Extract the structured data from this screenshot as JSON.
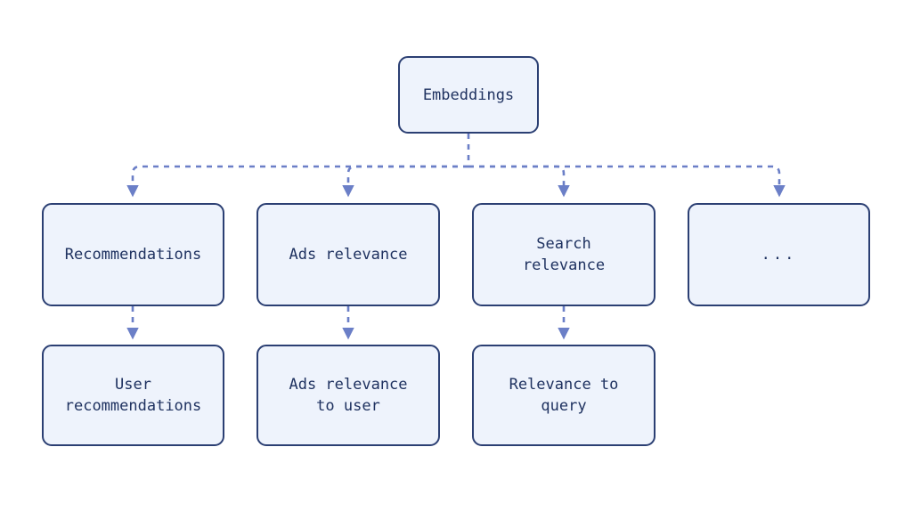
{
  "diagram": {
    "title_node": {
      "id": "embeddings",
      "label": "Embeddings"
    },
    "row_applications": [
      {
        "id": "recommendations",
        "label": "Recommendations"
      },
      {
        "id": "ads-relevance",
        "label": "Ads relevance"
      },
      {
        "id": "search-relevance",
        "label": "Search\nrelevance"
      },
      {
        "id": "ellipsis",
        "label": "..."
      }
    ],
    "row_outputs": [
      {
        "id": "user-recommendations",
        "label": "User\nrecommendations"
      },
      {
        "id": "ads-relevance-to-user",
        "label": "Ads relevance\nto user"
      },
      {
        "id": "relevance-to-query",
        "label": "Relevance to\nquery"
      }
    ],
    "colors": {
      "node_fill": "#eef3fc",
      "node_border": "#2b3f73",
      "node_text": "#1f3260",
      "edge": "#6b7fc7",
      "background": "#ffffff"
    },
    "edges": [
      {
        "from": "embeddings",
        "to": "recommendations",
        "style": "dashed"
      },
      {
        "from": "embeddings",
        "to": "ads-relevance",
        "style": "dashed"
      },
      {
        "from": "embeddings",
        "to": "search-relevance",
        "style": "dashed"
      },
      {
        "from": "embeddings",
        "to": "ellipsis",
        "style": "dashed"
      },
      {
        "from": "recommendations",
        "to": "user-recommendations",
        "style": "dashed"
      },
      {
        "from": "ads-relevance",
        "to": "ads-relevance-to-user",
        "style": "dashed"
      },
      {
        "from": "search-relevance",
        "to": "relevance-to-query",
        "style": "dashed"
      }
    ]
  }
}
